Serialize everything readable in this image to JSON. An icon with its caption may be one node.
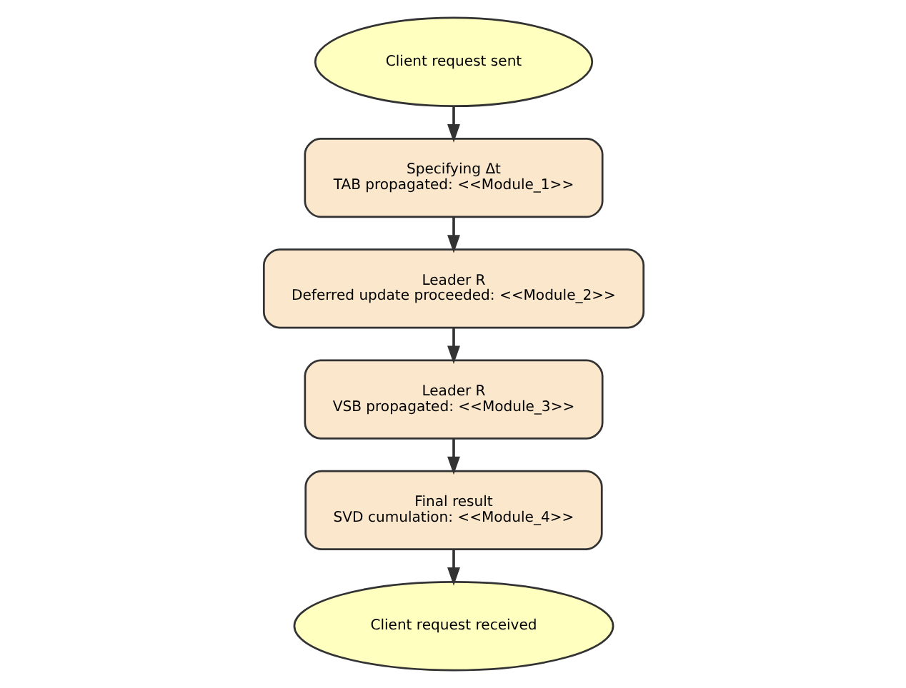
{
  "diagram": {
    "nodes": [
      {
        "text": [
          "Client request sent"
        ]
      },
      {
        "text": [
          "Specifying Δt",
          "TAB propagated: <<Module_1>>"
        ]
      },
      {
        "text": [
          "Leader R",
          "Deferred update proceeded: <<Module_2>>"
        ]
      },
      {
        "text": [
          "Leader R",
          "VSB propagated: <<Module_3>>"
        ]
      },
      {
        "text": [
          "Final result",
          "SVD cumulation: <<Module_4>>"
        ]
      },
      {
        "text": [
          "Client request received"
        ]
      }
    ],
    "edges": [
      {
        "from": 0,
        "to": 1,
        "arrow": "to"
      },
      {
        "from": 1,
        "to": 2,
        "arrow": "to"
      },
      {
        "from": 2,
        "to": 3,
        "arrow": "to"
      },
      {
        "from": 3,
        "to": 4,
        "arrow": "to"
      },
      {
        "from": 4,
        "to": 5,
        "arrow": "to"
      }
    ]
  }
}
